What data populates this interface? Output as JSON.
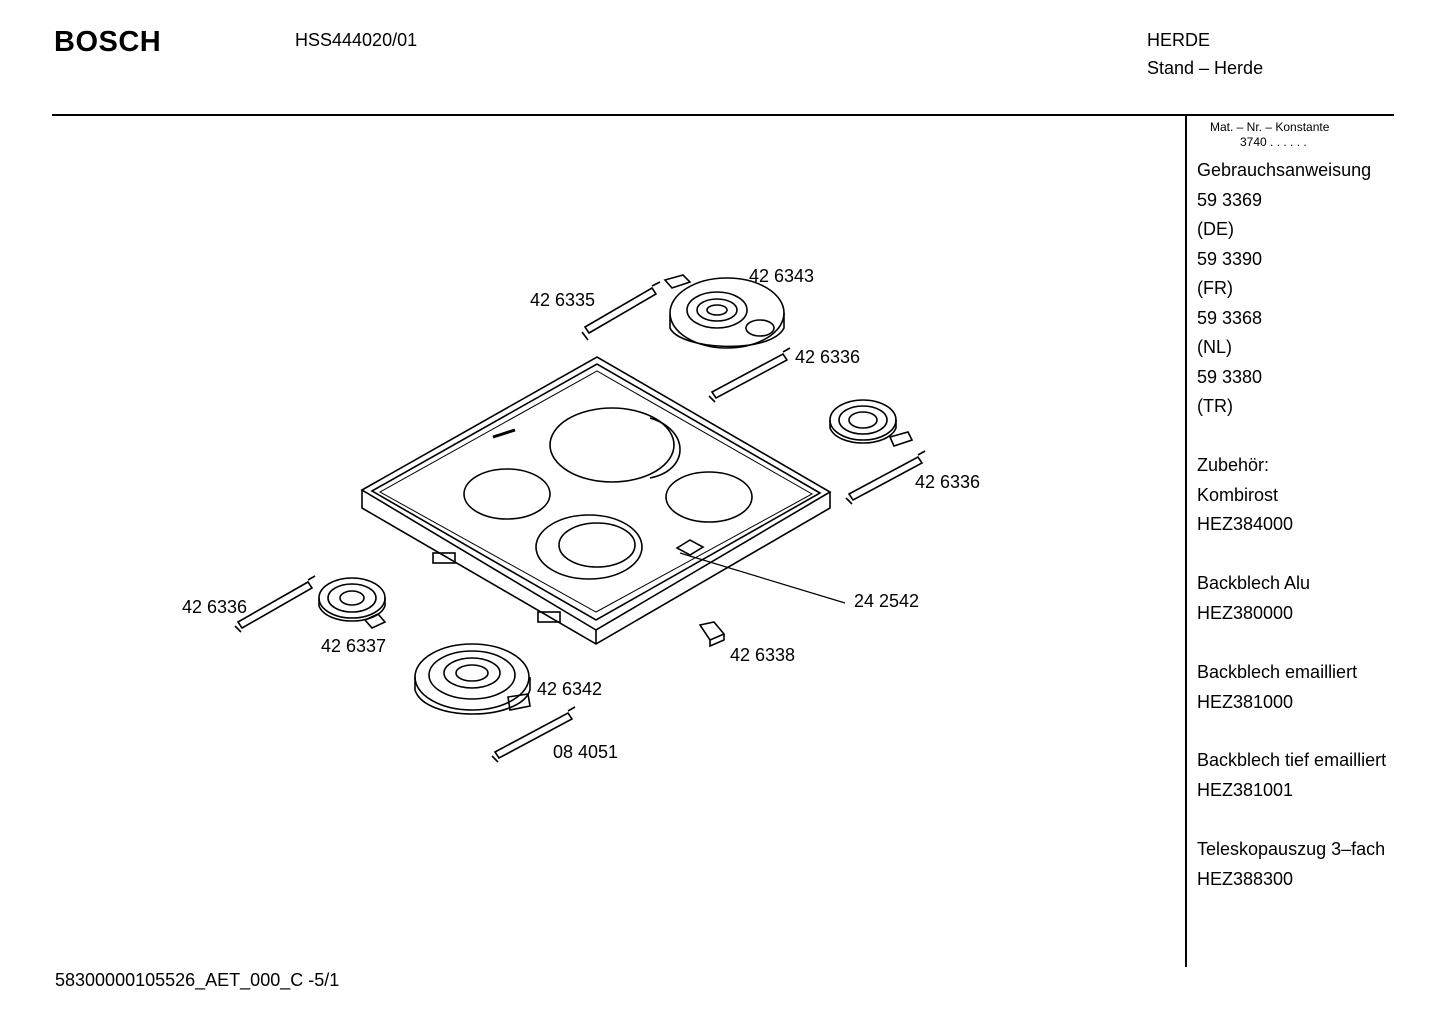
{
  "header": {
    "brand": "BOSCH",
    "model": "HSS444020/01",
    "category": "HERDE",
    "subcategory": "Stand – Herde"
  },
  "material": {
    "title": "Mat. – Nr. – Konstante",
    "value": "3740 .  .   .  .  .  ."
  },
  "sidebar": {
    "lines": [
      "Gebrauchsanweisung",
      "59 3369",
      "(DE)",
      "59 3390",
      "(FR)",
      "59 3368",
      "(NL)",
      "59 3380",
      "(TR)",
      "",
      "Zubehör:",
      "Kombirost",
      "HEZ384000",
      "",
      "Backblech Alu",
      "HEZ380000",
      "",
      "Backblech emailliert",
      "HEZ381000",
      "",
      "Backblech tief emailliert",
      "HEZ381001",
      "",
      "Teleskopauszug 3–fach",
      "HEZ388300"
    ]
  },
  "parts": {
    "p1": "42 6343",
    "p2": "42 6335",
    "p3": "42 6336",
    "p4": "42 6336",
    "p5": "24 2542",
    "p6": "42 6336",
    "p7": "42 6337",
    "p8": "42 6338",
    "p9": "42 6342",
    "p10": "08 4051"
  },
  "footer": {
    "code": "58300000105526_AET_000_C   -5/1"
  }
}
